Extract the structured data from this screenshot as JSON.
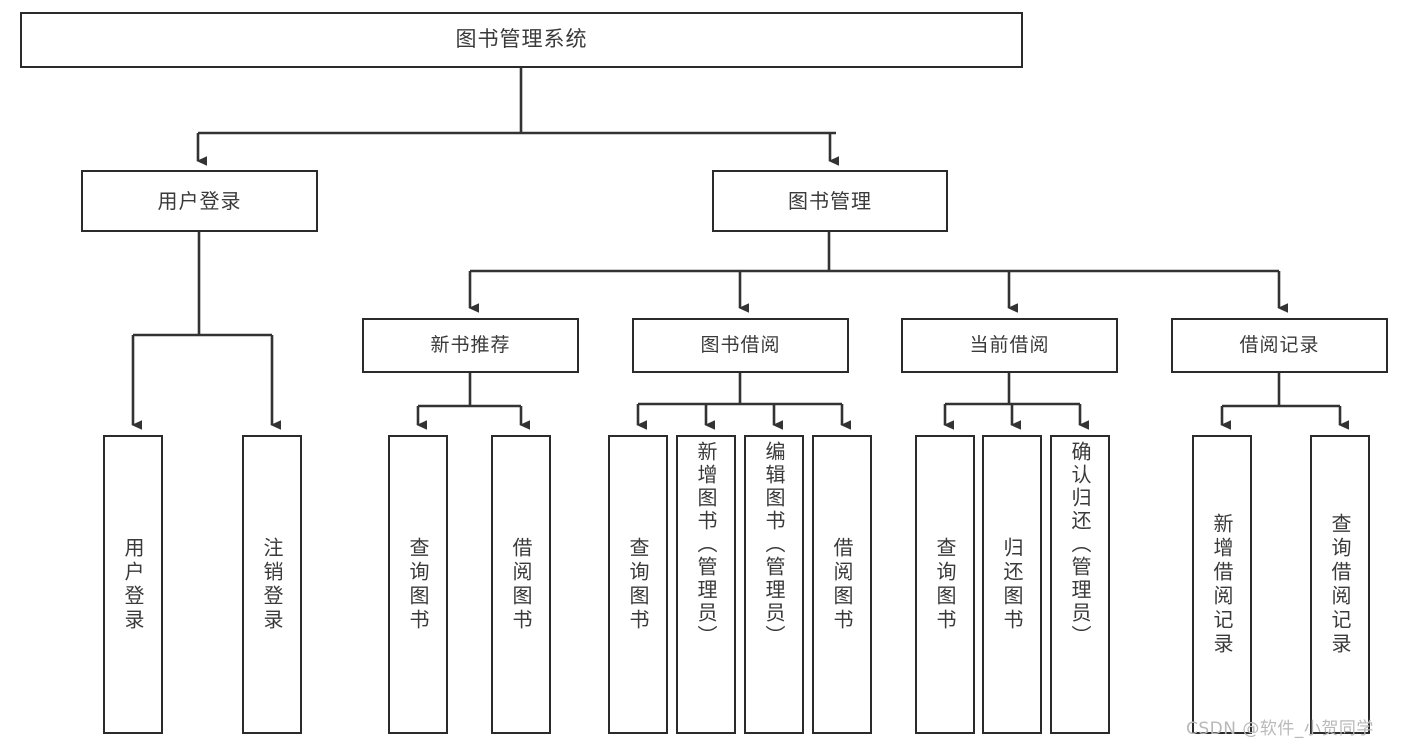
{
  "diagram": {
    "kind": "hierarchy-tree",
    "root": {
      "label": "图书管理系统"
    },
    "level1": [
      {
        "label": "用户登录"
      },
      {
        "label": "图书管理"
      }
    ],
    "level2": [
      {
        "label": "新书推荐"
      },
      {
        "label": "图书借阅"
      },
      {
        "label": "当前借阅"
      },
      {
        "label": "借阅记录"
      }
    ],
    "leaves": {
      "user_login": [
        {
          "label": "用户登录"
        },
        {
          "label": "注销登录"
        }
      ],
      "new_book_recommend": [
        {
          "label": "查询图书"
        },
        {
          "label": "借阅图书"
        }
      ],
      "book_borrow": [
        {
          "label": "查询图书"
        },
        {
          "label": "新增图书（管理员）"
        },
        {
          "label": "编辑图书（管理员）"
        },
        {
          "label": "借阅图书"
        }
      ],
      "current_borrow": [
        {
          "label": "查询图书"
        },
        {
          "label": "归还图书"
        },
        {
          "label": "确认归还（管理员）"
        }
      ],
      "borrow_record": [
        {
          "label": "新增借阅记录"
        },
        {
          "label": "查询借阅记录"
        }
      ]
    }
  },
  "watermark": {
    "text": "CSDN @软件_小贺同学"
  },
  "colors": {
    "box_border": "#2b2b2b",
    "box_fill": "#ffffff",
    "text": "#3a3a3a",
    "connector": "#333333",
    "watermark": "#b9b9b9",
    "page_bg": "#ffffff"
  }
}
